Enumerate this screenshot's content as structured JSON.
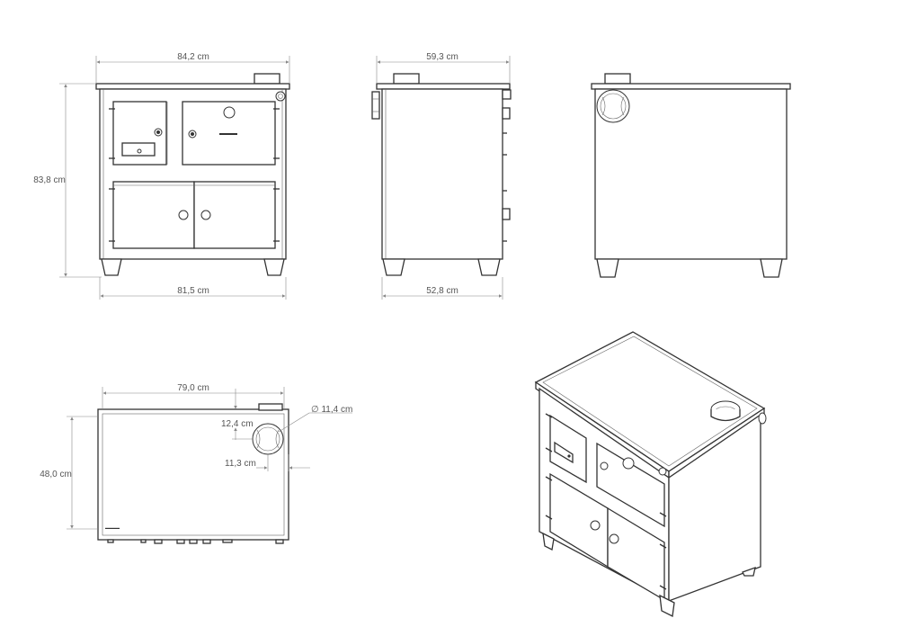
{
  "dimensions": {
    "front_top_width": "84,2 cm",
    "front_height": "83,8 cm",
    "front_bottom_width": "81,5 cm",
    "side_top_depth": "59,3 cm",
    "side_bottom_depth": "52,8 cm",
    "top_width": "79,0 cm",
    "top_depth": "48,0 cm",
    "flue_diameter": "∅ 11,4 cm",
    "flue_offset_top": "12,4 cm",
    "flue_offset_side": "11,3 cm"
  }
}
